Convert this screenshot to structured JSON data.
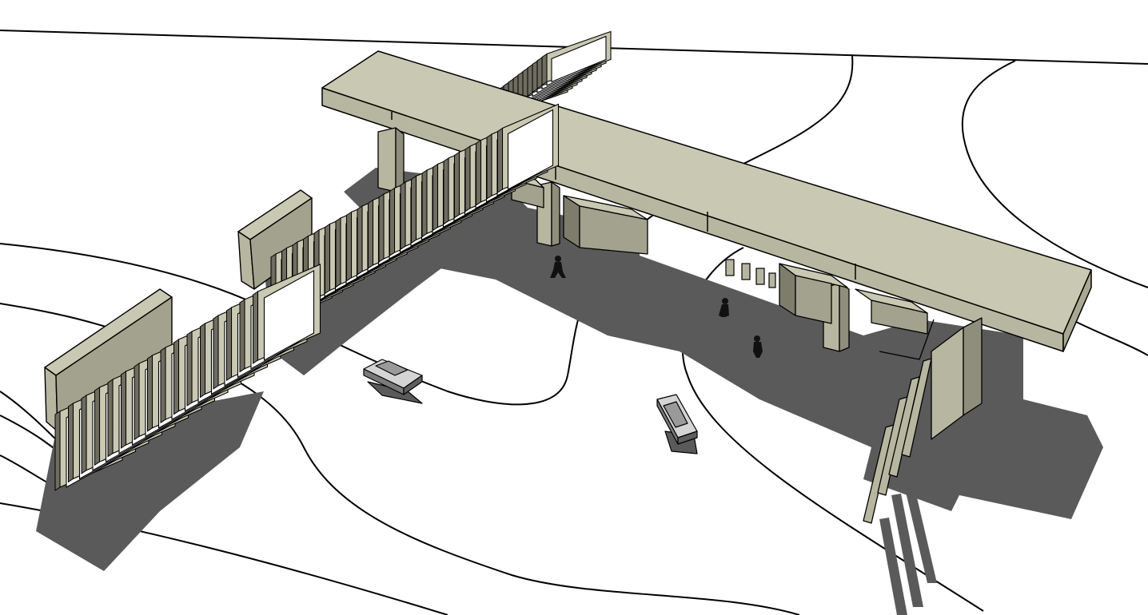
{
  "scene": {
    "kind": "3d-model-viewport",
    "style": "sketch-shaded",
    "colors": {
      "background": "#ffffff",
      "face_top": "#c9c8b2",
      "face_side": "#b7b6a0",
      "face_dark": "#8f8e7c",
      "frame_dark": "#6e6d5f",
      "shadow": "#5a5a5a",
      "edge": "#000000",
      "contour": "#000000"
    },
    "objects": [
      {
        "name": "canopy-slab"
      },
      {
        "name": "fin-row-left"
      },
      {
        "name": "fin-row-center"
      },
      {
        "name": "fin-row-back"
      },
      {
        "name": "toll-booth-left"
      },
      {
        "name": "toll-booth-right"
      },
      {
        "name": "column-row"
      },
      {
        "name": "car-left"
      },
      {
        "name": "car-right"
      },
      {
        "name": "pedestrian",
        "count": 3
      }
    ]
  }
}
